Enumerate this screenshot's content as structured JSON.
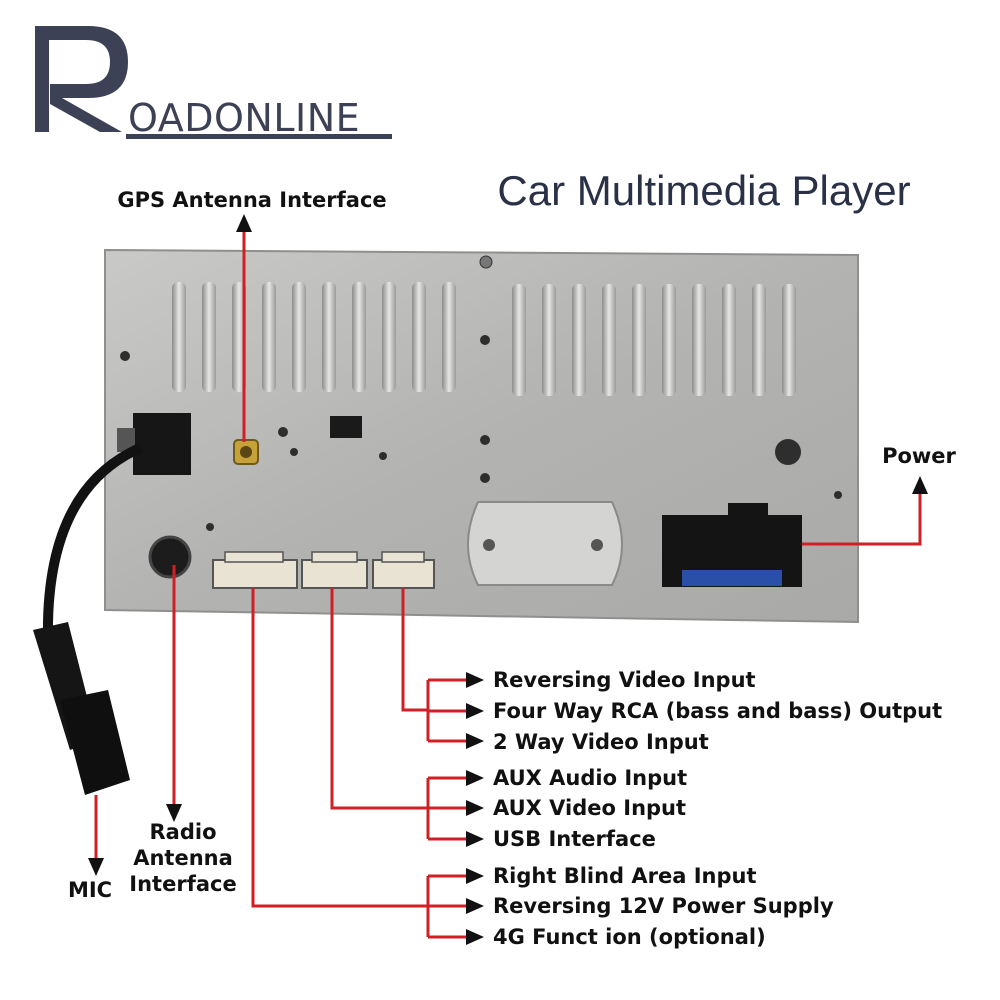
{
  "logo": {
    "initial": "R",
    "rest": "OADONLINE"
  },
  "title": "Car Multimedia Player",
  "labels": {
    "gps": "GPS Antenna Interface",
    "power": "Power",
    "mic": "MIC",
    "radio_line1": "Radio",
    "radio_line2": "Antenna",
    "radio_line3": "Interface"
  },
  "connector_groups": [
    {
      "items": [
        "Reversing Video Input",
        "Four Way RCA (bass and bass) Output",
        "2 Way Video Input"
      ]
    },
    {
      "items": [
        "AUX Audio Input",
        "AUX Video Input",
        "USB Interface"
      ]
    },
    {
      "items": [
        "Right Blind Area Input",
        "Reversing 12V Power Supply",
        "4G Funct ion (optional)"
      ]
    }
  ],
  "colors": {
    "leader_line": "#d21f26",
    "arrow": "#111111",
    "panel": "#b9b9b7",
    "logo": "#3d4155",
    "title": "#2a3147"
  }
}
